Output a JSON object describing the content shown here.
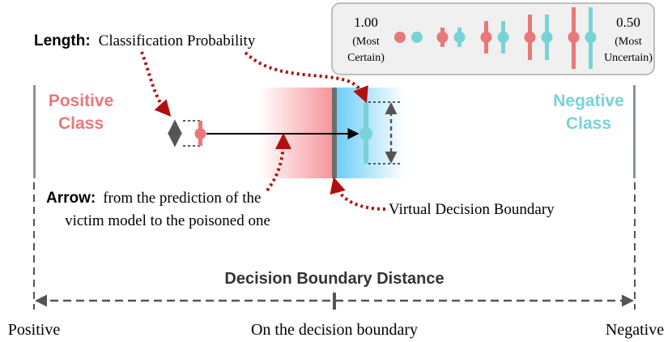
{
  "legend": {
    "high_value": "1.00",
    "high_caption_1": "(Most",
    "high_caption_2": "Certain)",
    "low_value": "0.50",
    "low_caption_1": "(Most",
    "low_caption_2": "Uncertain)"
  },
  "length_note": {
    "bold": "Length:",
    "text": "Classification Probability"
  },
  "positive_class": {
    "line1": "Positive",
    "line2": "Class"
  },
  "negative_class": {
    "line1": "Negative",
    "line2": "Class"
  },
  "arrow_note": {
    "bold": "Arrow:",
    "line1": "from the prediction of the",
    "line2": "victim model to the poisoned one"
  },
  "boundary_note": "Virtual Decision Boundary",
  "distance_title": "Decision Boundary Distance",
  "axis_labels": {
    "left": "Positive",
    "middle": "On the decision boundary",
    "right": "Negative"
  },
  "colors": {
    "positive": "#e8787a",
    "negative": "#78d3d6",
    "arrow_red": "#b01010",
    "gray": "#707070"
  }
}
